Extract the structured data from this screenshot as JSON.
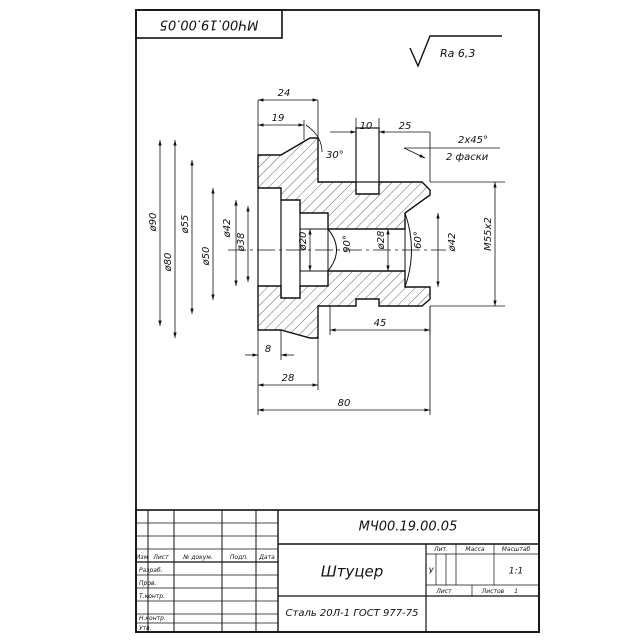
{
  "top_code": "МЧ00.19.00.05",
  "roughness": "Ra 6,3",
  "dimensions": {
    "d24": "24",
    "d19": "19",
    "d10": "10",
    "d25": "25",
    "chamfer_size": "2x45°",
    "chamfer_note": "2 фаски",
    "angle30": "30°",
    "dia90": "ø90",
    "dia80": "ø80",
    "dia55": "ø55",
    "dia50": "ø50",
    "dia42_left": "ø42",
    "dia38": "ø38",
    "dia20": "ø20",
    "angle90": "90°",
    "dia28": "ø28",
    "angle60": "60°",
    "dia42_right": "ø42",
    "thread": "M55x2",
    "d45": "45",
    "d8": "8",
    "d28": "28",
    "d80": "80"
  },
  "title_block": {
    "designation": "МЧ00.19.00.05",
    "part_name": "Штуцер",
    "material": "Сталь 20Л-1 ГОСТ 977-75",
    "col_izm": "Изм",
    "col_list": "Лист",
    "col_doc": "№ докум.",
    "col_sign": "Подп.",
    "col_date": "Дата",
    "row_razrab": "Разраб.",
    "row_prov": "Пров.",
    "row_tkontr": "Т.контр.",
    "row_nkontr": "Н.контр.",
    "row_utv": "Утв.",
    "hdr_lit": "Лит.",
    "hdr_massa": "Масса",
    "hdr_masshtab": "Масштаб",
    "lit_value": "У",
    "scale_value": "1:1",
    "sheet_label": "Лист",
    "sheets_label": "Листов",
    "sheets_value": "1"
  }
}
